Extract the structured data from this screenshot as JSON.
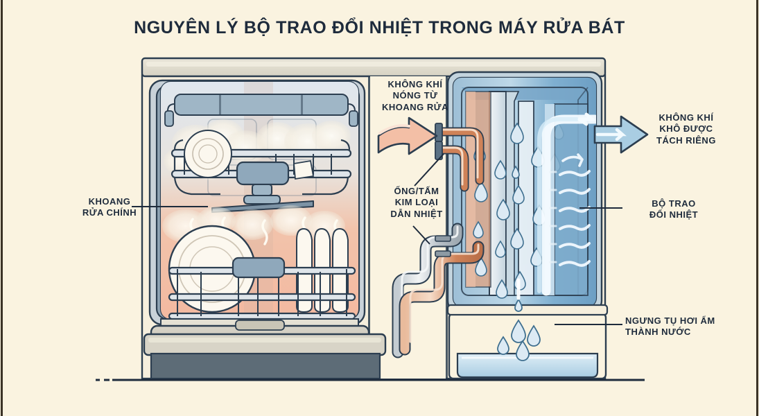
{
  "page": {
    "title": "NGUYÊN LÝ BỘ TRAO ĐỔI NHIỆT TRONG MÁY RỬA BÁT",
    "background_color": "#faf3e0",
    "ink_color": "#1e2b3c",
    "border_color": "#3a3226"
  },
  "labels": {
    "wash_cavity": "KHOANG\nRỬA CHÍNH",
    "hot_air_in": "KHÔNG KHÍ\nNÓNG TỪ\nKHOANG RỬA",
    "metal_conductor": "ỐNG/TẤM\nKIM LOẠI\nDẪN NHIỆT",
    "dry_air_out": "KHÔNG KHÍ\nKHÔ ĐƯỢC\nTÁCH RIÊNG",
    "heat_exchanger": "BỘ TRAO\nĐỔI NHIỆT",
    "condensate": "NGƯNG TỤ HƠI ẨM\nTHÀNH NƯỚC"
  },
  "icons": {
    "hot_air_arrow": "arrow-right-hot-icon",
    "dry_air_arrow": "arrow-right-cold-icon",
    "steam": "steam-icon",
    "droplet": "water-droplet-icon",
    "airflow": "airflow-wave-icon"
  },
  "colors": {
    "cream": "#faf3e0",
    "steel_dark": "#2c3e50",
    "steel_mid": "#5b7184",
    "steel_light": "#b9c6cf",
    "cavity_warm": "#f0b49a",
    "cavity_cool": "#dfe6ec",
    "copper": "#cf8157",
    "copper_light": "#edb291",
    "silver": "#cfd6da",
    "exchanger_blue": "#8fb8d4",
    "exchanger_blue_dark": "#6b9cc0",
    "water_blue": "#cfe4f2",
    "panel_beige": "#ddd8c8",
    "door_grey": "#5d6c77",
    "hot_arrow": "#f0b49a",
    "cold_arrow": "#a9cde2"
  },
  "diagram": {
    "type": "cutaway-illustration",
    "sections": [
      {
        "name": "wash-cavity",
        "contents": [
          "upper-rack",
          "lower-rack",
          "spray-arm",
          "plates",
          "steam"
        ]
      },
      {
        "name": "heat-exchanger",
        "contents": [
          "copper-pipes",
          "metal-plate",
          "condensate-droplets",
          "airflow-waves",
          "collection-tray"
        ]
      }
    ]
  }
}
